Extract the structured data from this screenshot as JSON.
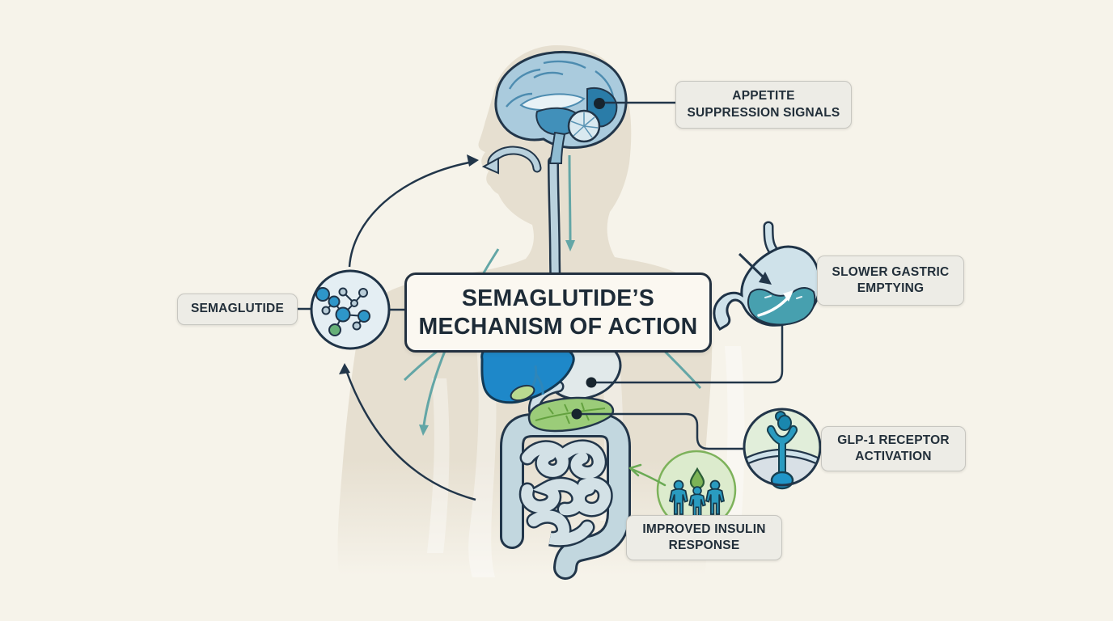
{
  "title": {
    "text": "SEMAGLUTIDE’S\nMECHANISM OF ACTION"
  },
  "labels": {
    "semaglutide": "SEMAGLUTIDE",
    "appetite": "APPETITE\nSUPPRESSION SIGNALS",
    "gastric": "SLOWER GASTRIC\nEMPTYING",
    "glp1": "GLP-1 RECEPTOR\nACTIVATION",
    "insulin": "IMPROVED INSULIN\nRESPONSE"
  },
  "icons": {
    "molecule": "molecule-icon",
    "brain": "brain-icon",
    "stomach": "stomach-icon",
    "glp1_receptor": "receptor-icon",
    "insulin_people": "insulin-people-icon",
    "droplet": "droplet-icon"
  },
  "colors": {
    "background": "#f6f3ea",
    "body_silhouette": "#e6dfd0",
    "outline_navy": "#22364a",
    "label_box_fill": "#edece6",
    "title_box_fill": "#fbf8f1",
    "teal_flow": "#63a6a6",
    "organ_blue": "#2e96c9",
    "liver_blue": "#1e88c9",
    "pancreas_green": "#9bcc79",
    "intestine_blue": "#c2d7df",
    "insulin_circle_green": "#dcebcd",
    "receptor_teal": "#2a9bc0",
    "gastric_liquid": "#47a0af",
    "molecule_green": "#66b078"
  }
}
